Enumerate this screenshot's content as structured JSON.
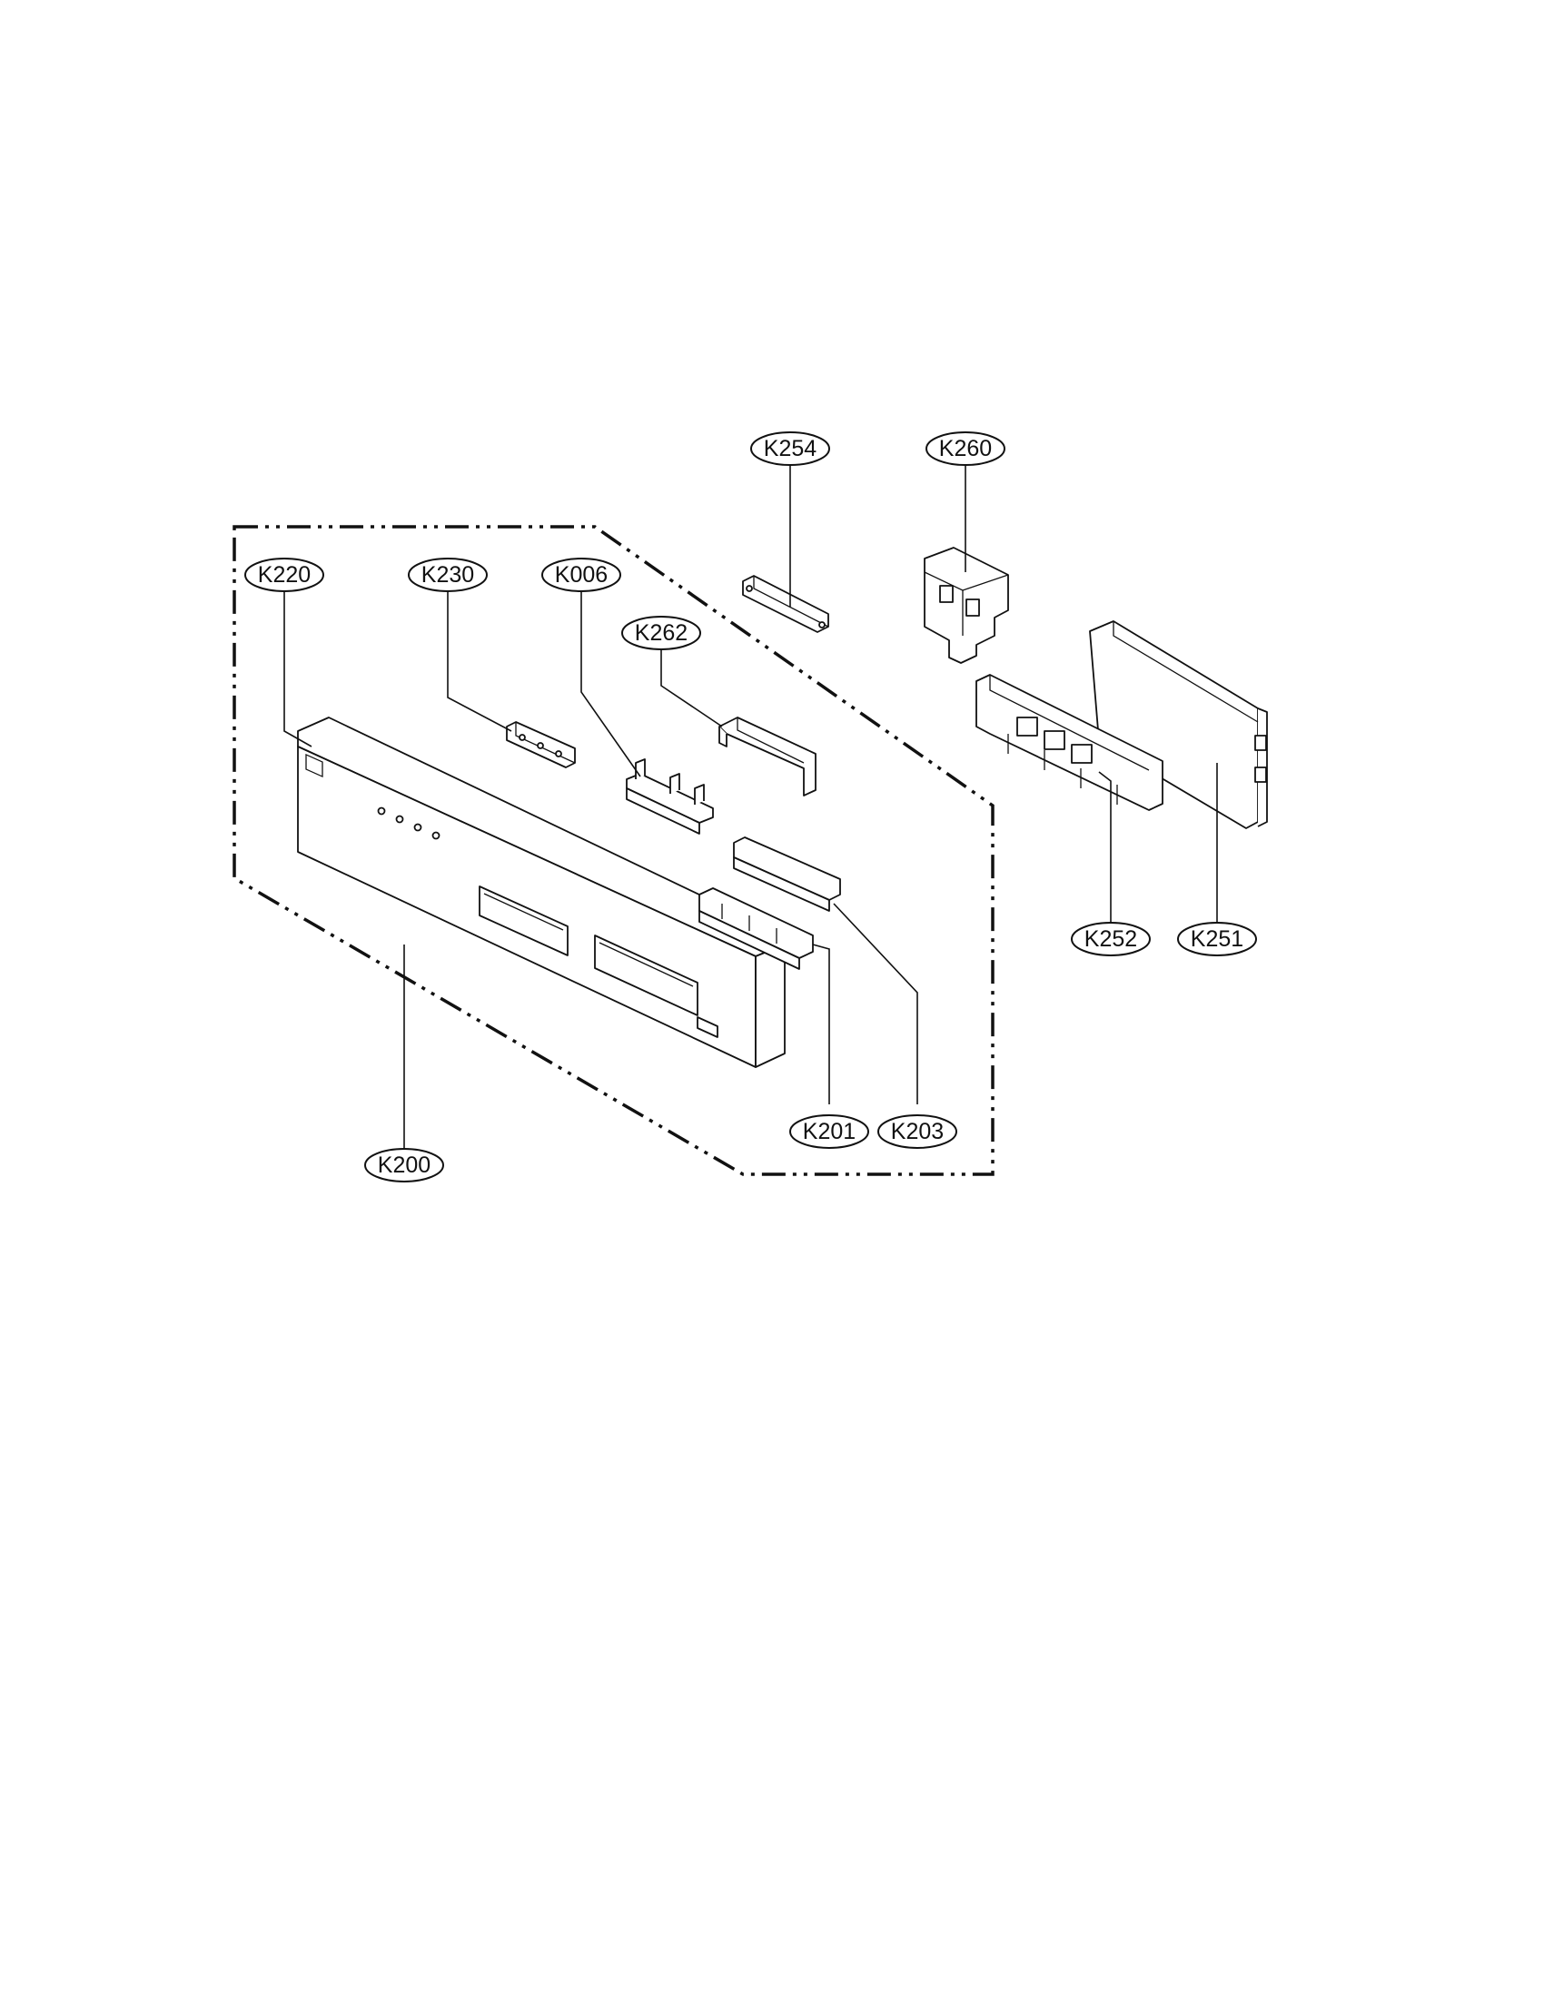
{
  "diagram": {
    "callouts": {
      "k254": "K254",
      "k260": "K260",
      "k220": "K220",
      "k230": "K230",
      "k006": "K006",
      "k262": "K262",
      "k252": "K252",
      "k251": "K251",
      "k201": "K201",
      "k203": "K203",
      "k200": "K200"
    }
  }
}
